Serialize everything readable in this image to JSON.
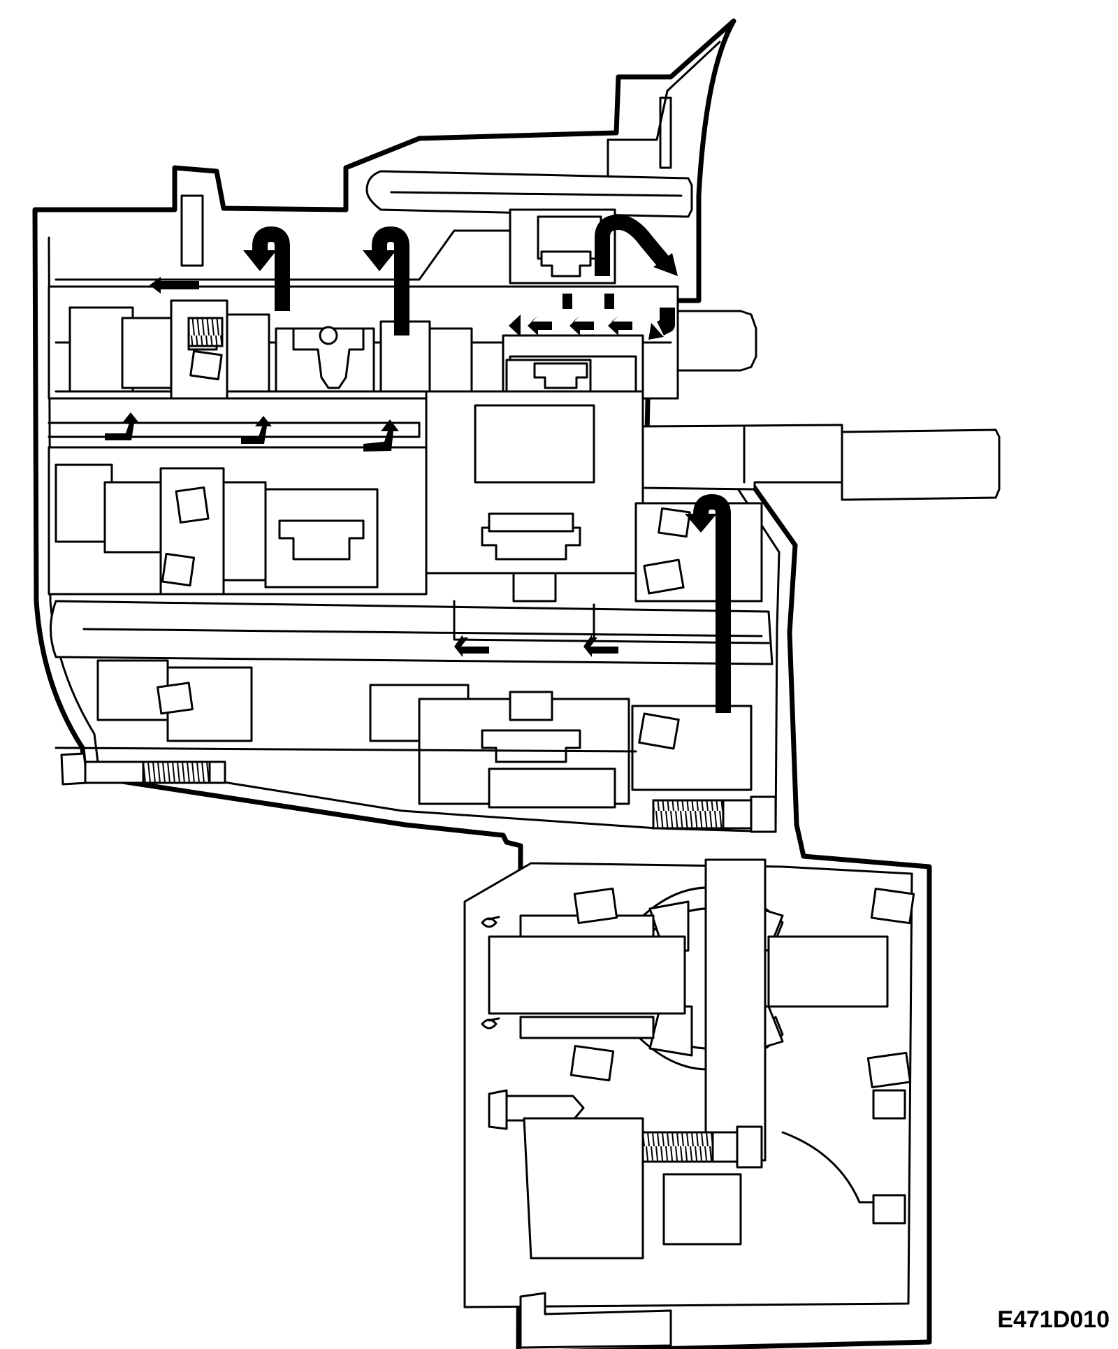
{
  "diagram": {
    "figure_code": "E471D010",
    "colors": {
      "line": "#000000",
      "background": "#ffffff"
    },
    "flow_arrows": {
      "large_count": 5,
      "small_count": 12
    }
  }
}
